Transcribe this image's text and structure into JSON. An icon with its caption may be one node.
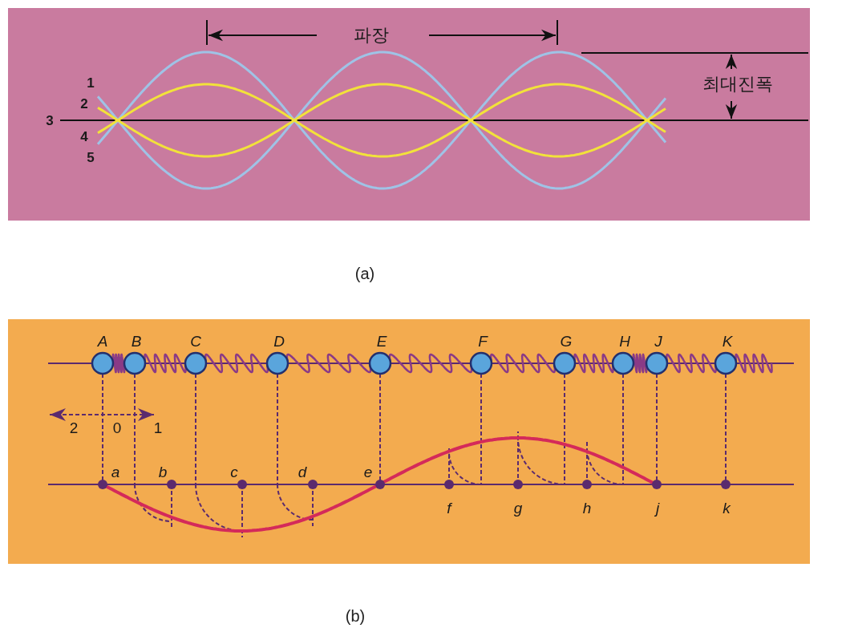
{
  "diagram": {
    "labels": [
      "파장",
      "1",
      "최대진폭",
      "2",
      "3",
      "4",
      "5",
      "(a)",
      "A",
      "B",
      "C",
      "D",
      "E",
      "F",
      "G",
      "H",
      "J",
      "K",
      "2",
      "0",
      "1",
      "a",
      "b",
      "c",
      "d",
      "e",
      "f",
      "g",
      "h",
      "j",
      "k",
      "(b)"
    ]
  }
}
